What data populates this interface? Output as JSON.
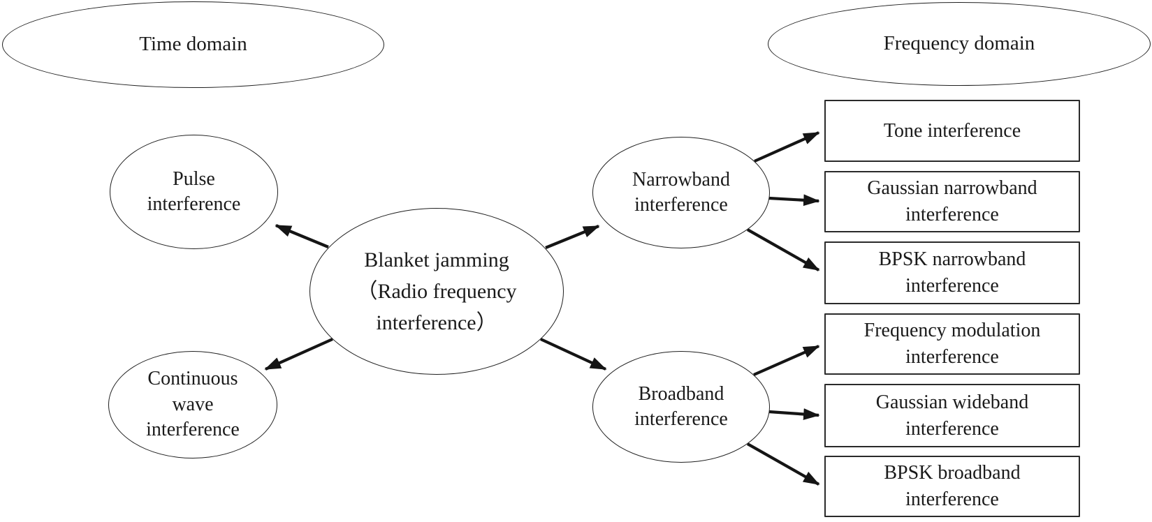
{
  "figure": {
    "background": "#ffffff",
    "stroke_color": "#1f1f1f",
    "text_color": "#1a1a1a",
    "headers": {
      "time_domain": "Time domain",
      "frequency_domain": "Frequency domain"
    },
    "nodes": {
      "blanket_jamming": "Blanket jamming\n（Radio frequency\ninterference）",
      "pulse": "Pulse\ninterference",
      "continuous_wave": "Continuous\nwave\ninterference",
      "narrowband": "Narrowband\ninterference",
      "broadband": "Broadband\ninterference"
    },
    "leaf_boxes": {
      "tone": "Tone interference",
      "gaussian_narrowband": "Gaussian narrowband\ninterference",
      "bpsk_narrowband": "BPSK narrowband\ninterference",
      "frequency_modulation": "Frequency modulation\ninterference",
      "gaussian_wideband": "Gaussian wideband\ninterference",
      "bpsk_broadband": "BPSK broadband\ninterference"
    },
    "edges": [
      {
        "from": "blanket_jamming",
        "to": "pulse"
      },
      {
        "from": "blanket_jamming",
        "to": "continuous_wave"
      },
      {
        "from": "blanket_jamming",
        "to": "narrowband"
      },
      {
        "from": "blanket_jamming",
        "to": "broadband"
      },
      {
        "from": "narrowband",
        "to": "tone"
      },
      {
        "from": "narrowband",
        "to": "gaussian_narrowband"
      },
      {
        "from": "narrowband",
        "to": "bpsk_narrowband"
      },
      {
        "from": "broadband",
        "to": "frequency_modulation"
      },
      {
        "from": "broadband",
        "to": "gaussian_wideband"
      },
      {
        "from": "broadband",
        "to": "bpsk_broadband"
      }
    ]
  }
}
